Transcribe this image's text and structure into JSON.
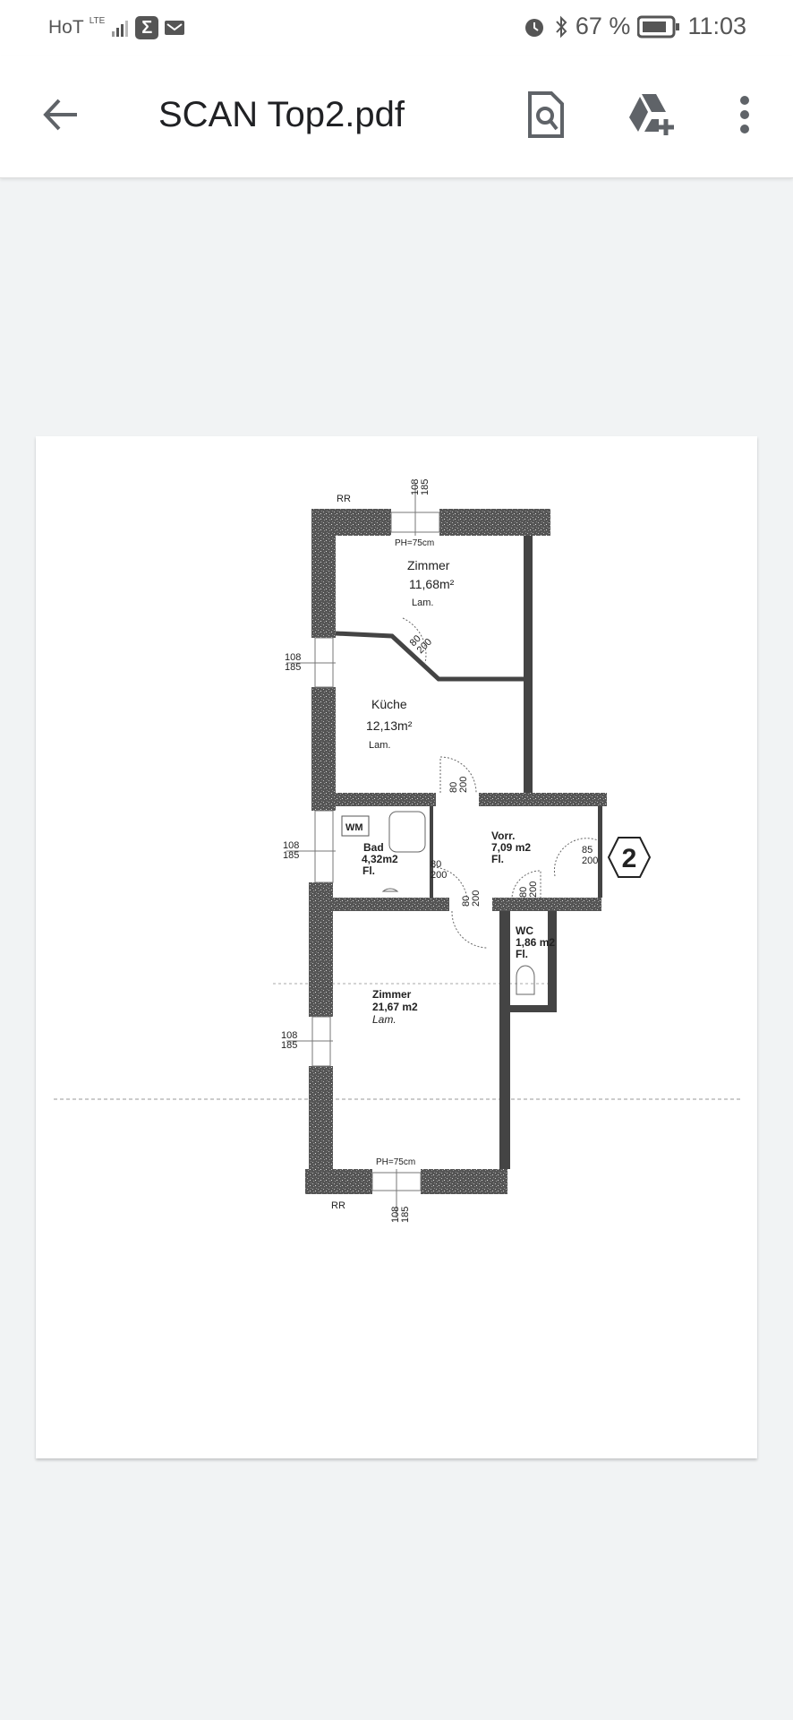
{
  "status_bar": {
    "carrier": "HoT",
    "network": "LTE",
    "battery": "67 %",
    "time": "11:03",
    "icons": [
      "signal-icon",
      "sigma-icon",
      "mail-icon",
      "alarm-icon",
      "bluetooth-icon",
      "battery-icon"
    ]
  },
  "app_bar": {
    "title": "SCAN Top2.pdf",
    "back_icon": "arrow-left-icon",
    "actions": [
      "find-in-document-icon",
      "add-to-drive-icon",
      "more-vert-icon"
    ]
  },
  "floor_plan": {
    "window_label": "108",
    "window_label2": "185",
    "rr": "RR",
    "ph_top": "PH=75cm",
    "ph_bottom": "PH=75cm",
    "room1": {
      "name": "Zimmer",
      "area": "11,68m²",
      "floor": "Lam."
    },
    "kitchen": {
      "name": "Küche",
      "area": "12,13m²",
      "floor": "Lam."
    },
    "bath": {
      "name": "Bad",
      "area": "4,32m2",
      "floor": "Fl.",
      "wm": "WM"
    },
    "hall": {
      "name": "Vorr.",
      "area": "7,09 m2",
      "floor": "Fl."
    },
    "wc": {
      "name": "WC",
      "area": "1,86 m2",
      "floor": "Fl."
    },
    "room2": {
      "name": "Zimmer",
      "area": "21,67 m2",
      "floor": "Lam."
    },
    "door_80": "80",
    "door_85": "85",
    "door_200": "200",
    "unit_number": "2"
  }
}
